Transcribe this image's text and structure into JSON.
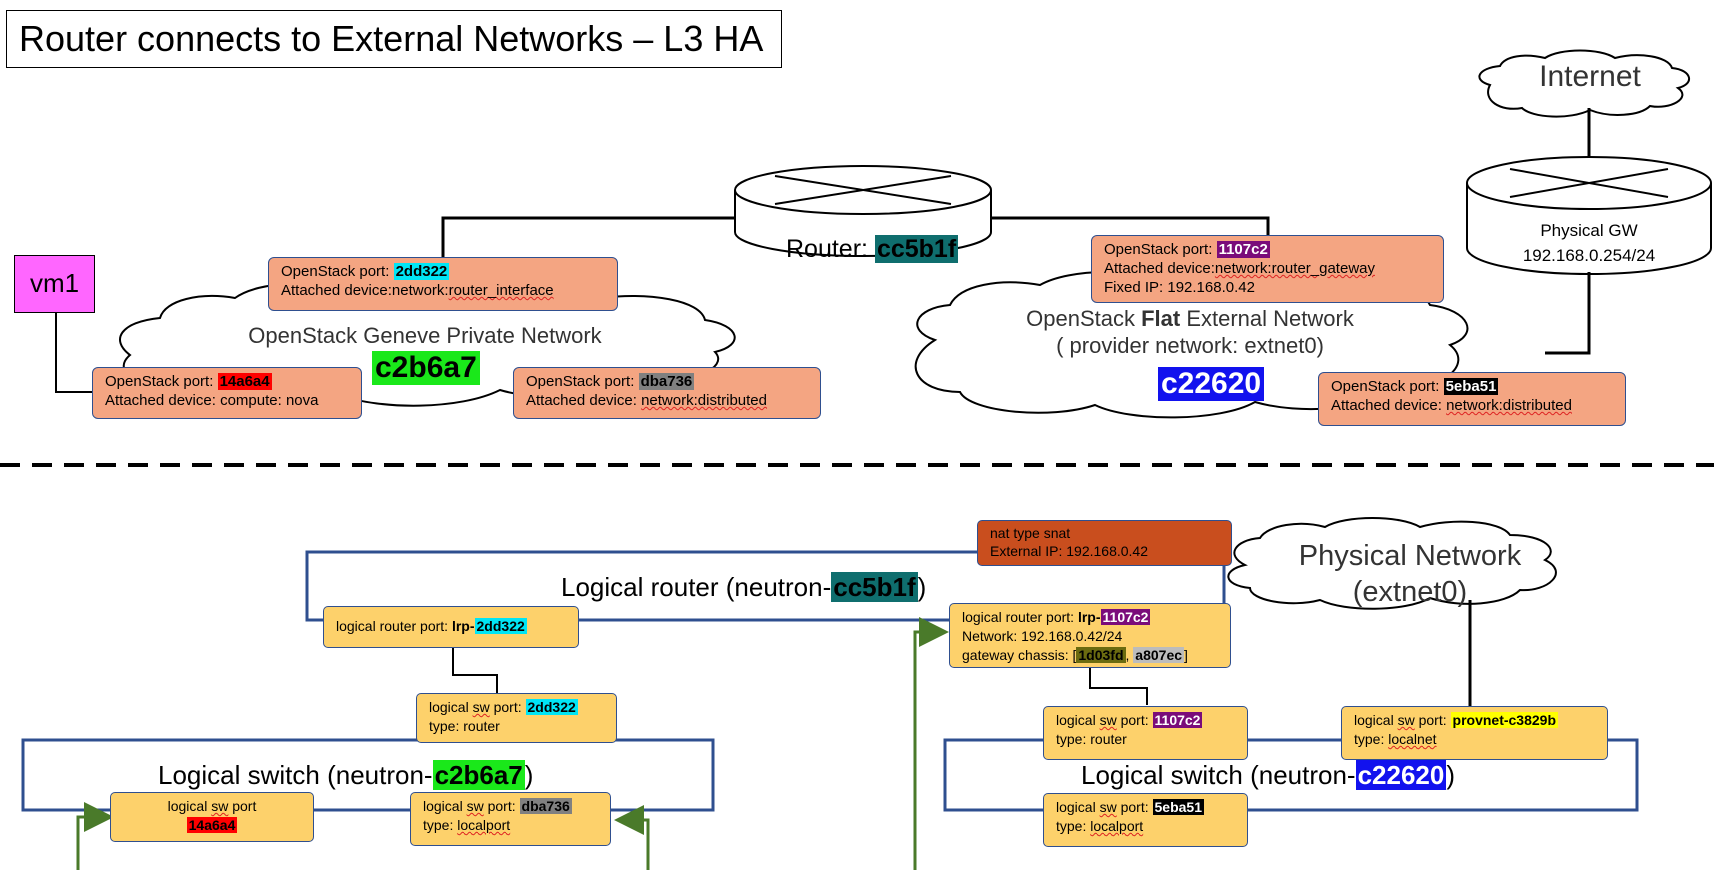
{
  "title": "Router connects to External Networks – L3 HA",
  "vm": {
    "label": "vm1"
  },
  "internet": {
    "label": "Internet"
  },
  "physical_gw": {
    "line1": "Physical GW",
    "line2": "192.168.0.254/24"
  },
  "router": {
    "prefix": "Router: ",
    "id": "cc5b1f"
  },
  "private_net": {
    "label": "OpenStack Geneve Private Network",
    "id": "c2b6a7"
  },
  "external_net": {
    "line1_pre": "OpenStack ",
    "line1_bold": "Flat",
    "line1_post": " External Network",
    "line2": "( provider network: extnet0)",
    "id": "c22620"
  },
  "ports_top": {
    "router_if": {
      "l1_pre": "OpenStack port: ",
      "l1_id": "2dd322",
      "l2_pre": "Attached device:network:",
      "l2_val": "router_interface"
    },
    "compute": {
      "l1_pre": "OpenStack port: ",
      "l1_id": "14a6a4",
      "l2": "Attached device: compute: nova"
    },
    "dist_private": {
      "l1_pre": "OpenStack port: ",
      "l1_id": "dba736",
      "l2_pre": "Attached device: ",
      "l2_val": "network:distributed"
    },
    "gateway": {
      "l1_pre": "OpenStack port: ",
      "l1_id": "1107c2",
      "l2_pre": "Attached device:",
      "l2_val": "network:router_gateway",
      "l3": "Fixed IP: 192.168.0.42"
    },
    "dist_external": {
      "l1_pre": "OpenStack port: ",
      "l1_id": "5eba51",
      "l2_pre": "Attached device: ",
      "l2_val": "network:distributed"
    }
  },
  "nat": {
    "line1": "nat type snat",
    "line2": "External IP: 192.168.0.42"
  },
  "physical_network": {
    "line1": "Physical Network",
    "line2": "(extnet0)"
  },
  "logical_router": {
    "prefix": "Logical router (neutron-",
    "id": "cc5b1f",
    "suffix": ")"
  },
  "lrp_private": {
    "pre": "logical router port: ",
    "bold": "lrp-",
    "id": "2dd322"
  },
  "lrp_gateway": {
    "l1_pre": "logical router port: ",
    "l1_bold": "lrp-",
    "l1_id": "1107c2",
    "l2": "Network: 192.168.0.42/24",
    "l3_pre": "gateway chassis: [",
    "l3_id1": "1d03fd",
    "l3_sep": ", ",
    "l3_id2": "a807ec",
    "l3_post": "]"
  },
  "ls_private": {
    "prefix": "Logical switch (neutron-",
    "id": "c2b6a7",
    "suffix": ")"
  },
  "ls_external": {
    "prefix": "Logical switch (neutron-",
    "id": "c22620",
    "suffix": ")"
  },
  "lsp": {
    "router_private": {
      "l1_a": "logical ",
      "l1_b": "sw",
      "l1_c": " port: ",
      "l1_id": "2dd322",
      "l2": "type: router"
    },
    "vm_port": {
      "l1_a": "logical ",
      "l1_b": "sw",
      "l1_c": " port",
      "l1_id": "14a6a4"
    },
    "local_private": {
      "l1_a": "logical ",
      "l1_b": "sw",
      "l1_c": " port: ",
      "l1_id": "dba736",
      "l2_a": "type: ",
      "l2_b": "localport"
    },
    "router_external": {
      "l1_a": "logical ",
      "l1_b": "sw",
      "l1_c": " port: ",
      "l1_id": "1107c2",
      "l2": "type: router"
    },
    "localnet": {
      "l1_a": "logical ",
      "l1_b": "sw",
      "l1_c": " port: ",
      "l1_id": "provnet-c3829b",
      "l2_a": "type: ",
      "l2_b": "localnet"
    },
    "local_external": {
      "l1_a": "logical ",
      "l1_b": "sw",
      "l1_c": " port: ",
      "l1_id": "5eba51",
      "l2_a": "type: ",
      "l2_b": "localport"
    }
  },
  "colors": {
    "orange_box": "#f4a582",
    "yellow_box": "#fdd16b",
    "nat_box": "#c94e1e",
    "border_blue": "#2f4f8f",
    "arrow_green": "#4a7a2a",
    "vm_magenta": "#ff66ff"
  }
}
